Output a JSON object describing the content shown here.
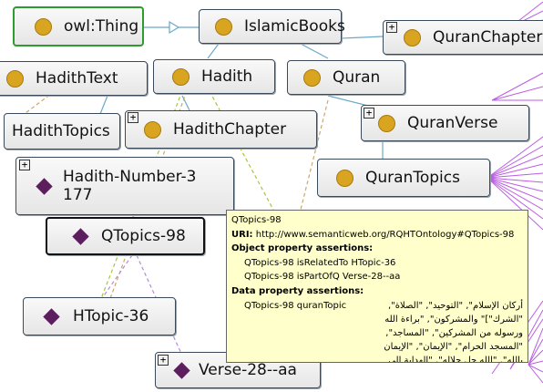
{
  "nodes": {
    "owl_thing": "owl:Thing",
    "islamic_books": "IslamicBooks",
    "quran_chapter": "QuranChapter",
    "hadith_text": "HadithText",
    "hadith": "Hadith",
    "quran": "Quran",
    "hadith_topics": "HadithTopics",
    "hadith_chapter": "HadithChapter",
    "quran_verse": "QuranVerse",
    "hadith_number": "Hadith-Number-3\n177",
    "quran_topics": "QuranTopics",
    "qtopics_98": "QTopics-98",
    "htopic_36": "HTopic-36",
    "verse_28": "Verse-28--aa"
  },
  "expand_symbol": "+",
  "tooltip": {
    "title": "QTopics-98",
    "uri_label": "URI:",
    "uri_value": "http://www.semanticweb.org/RQHTOntology#QTopics-98",
    "object_header": "Object property assertions:",
    "object_assertions": [
      "QTopics-98 isRelatedTo HTopic-36",
      "QTopics-98 isPartOfQ Verse-28--aa"
    ],
    "data_header": "Data property assertions:",
    "data_assertion_prefix": "QTopics-98 quranTopic",
    "data_assertion_text": "أركان الإسلام\", \"التوحيد\", \"الصلاة\", \"الشرك\"]\" والمشركون\", \"براءة الله ورسوله من المشركين\", \"المساجد\", \"المسجد الحرام\", \"الإيمان\", \"الإيمان بالله\", \"الله جل جلاله\", \"الهداية إلى الإيمان\", فضله..."
  },
  "colors": {
    "class_circle": "#d9a520",
    "individual_diamond": "#5c1e5c",
    "selected_border": "#2e9b2e",
    "tooltip_bg": "#ffffcc",
    "edge_purple": "#b040e0",
    "edge_blue": "#6aa8c8"
  }
}
